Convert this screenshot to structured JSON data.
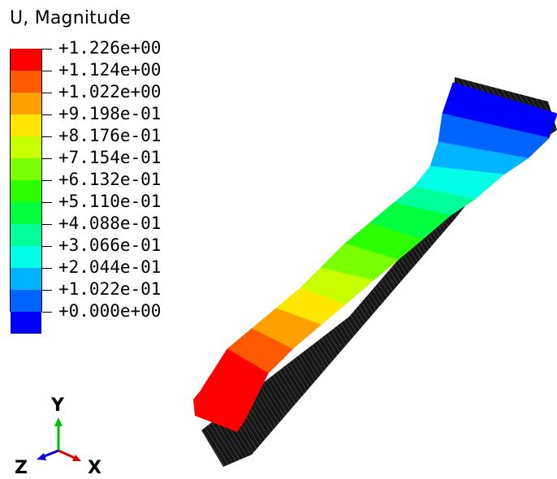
{
  "legend": {
    "title": "U, Magnitude",
    "levels": [
      {
        "label": "+1.226e+00",
        "color": "#ff0000"
      },
      {
        "label": "+1.124e+00",
        "color": "#ff5a00"
      },
      {
        "label": "+1.022e+00",
        "color": "#ffa000"
      },
      {
        "label": "+9.198e-01",
        "color": "#ffe600"
      },
      {
        "label": "+8.176e-01",
        "color": "#c8ff00"
      },
      {
        "label": "+7.154e-01",
        "color": "#78ff00"
      },
      {
        "label": "+6.132e-01",
        "color": "#2bff00"
      },
      {
        "label": "+5.110e-01",
        "color": "#00ff3c"
      },
      {
        "label": "+4.088e-01",
        "color": "#00ff9a"
      },
      {
        "label": "+3.066e-01",
        "color": "#00ffe6"
      },
      {
        "label": "+2.044e-01",
        "color": "#00b4ff"
      },
      {
        "label": "+1.022e-01",
        "color": "#0064ff"
      },
      {
        "label": "+0.000e+00",
        "color": "#0000ff"
      }
    ]
  },
  "triad": {
    "y_label": "Y",
    "z_label": "Z",
    "x_label": "X"
  },
  "model": {
    "bands": [
      "#0000ff",
      "#0064ff",
      "#00b4ff",
      "#00ffe6",
      "#00ff9a",
      "#00ff3c",
      "#2bff00",
      "#78ff00",
      "#c8ff00",
      "#ffe600",
      "#ffa000",
      "#ff5a00",
      "#ff0000"
    ]
  }
}
